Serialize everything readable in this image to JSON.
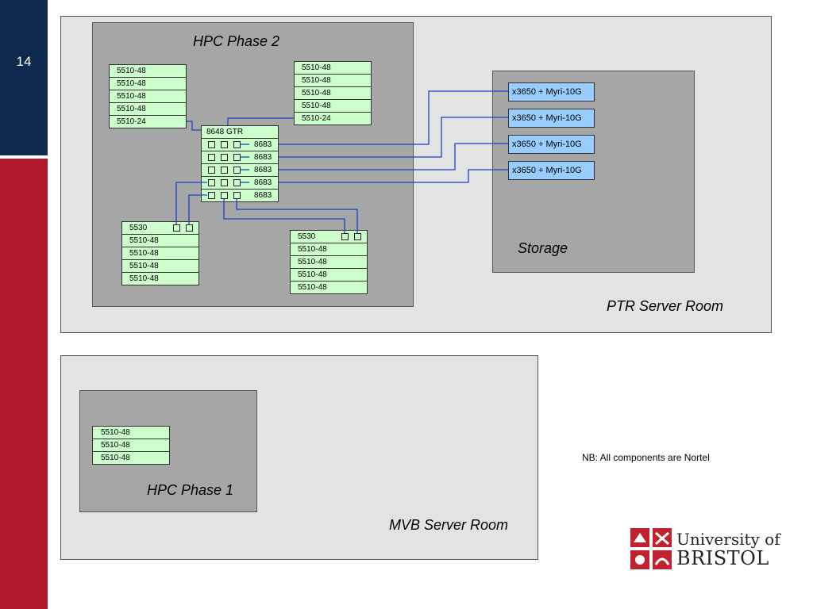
{
  "slide": {
    "number": "14"
  },
  "ptr_room": {
    "label": "PTR Server Room",
    "hpc2": {
      "label": "HPC Phase 2",
      "stack_left": [
        "5510-48",
        "5510-48",
        "5510-48",
        "5510-48",
        "5510-24"
      ],
      "stack_right": [
        "5510-48",
        "5510-48",
        "5510-48",
        "5510-48",
        "5510-24"
      ],
      "gtr": {
        "title": "8648 GTR",
        "cards": [
          "8683",
          "8683",
          "8683",
          "8683",
          "8683"
        ]
      },
      "stack_bl": [
        "5530",
        "5510-48",
        "5510-48",
        "5510-48",
        "5510-48"
      ],
      "stack_br": [
        "5530",
        "5510-48",
        "5510-48",
        "5510-48",
        "5510-48"
      ]
    },
    "storage": {
      "label": "Storage",
      "nodes": [
        "x3650 + Myri-10G",
        "x3650 + Myri-10G",
        "x3650 + Myri-10G",
        "x3650 + Myri-10G"
      ]
    }
  },
  "mvb_room": {
    "label": "MVB Server Room",
    "hpc1": {
      "label": "HPC Phase 1",
      "stack": [
        "5510-48",
        "5510-48",
        "5510-48"
      ]
    }
  },
  "note": "NB: All components are Nortel",
  "logo": {
    "line1": "University of",
    "line2": "BRISTOL"
  },
  "colors": {
    "wire": "#1f3fcc",
    "switch": "#ccffcc",
    "node": "#99ccff",
    "navy": "#0e2b4f",
    "red": "#b11a2e"
  }
}
